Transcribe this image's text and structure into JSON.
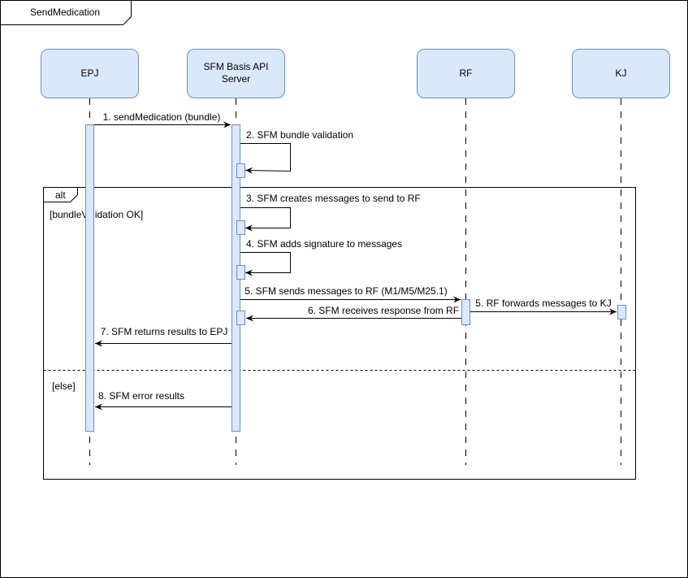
{
  "frame": {
    "title": "SendMedication"
  },
  "actors": [
    {
      "id": "epj",
      "label": [
        "EPJ"
      ]
    },
    {
      "id": "sfm",
      "label": [
        "SFM Basis API",
        "Server"
      ]
    },
    {
      "id": "rf",
      "label": [
        "RF"
      ]
    },
    {
      "id": "kj",
      "label": [
        "KJ"
      ]
    }
  ],
  "fragment": {
    "operator": "alt",
    "guard_main": "[bundleValidation OK]",
    "guard_else": "[else]"
  },
  "messages": [
    {
      "id": "m1",
      "label": "1. sendMedication (bundle)"
    },
    {
      "id": "m2",
      "label": "2. SFM bundle validation"
    },
    {
      "id": "m3",
      "label": "3. SFM creates messages to send to RF"
    },
    {
      "id": "m4",
      "label": "4. SFM adds signature to messages"
    },
    {
      "id": "m5",
      "label": "5. SFM sends messages to RF (M1/M5/M25.1)"
    },
    {
      "id": "m5b",
      "label": "5. RF forwards messages to KJ"
    },
    {
      "id": "m6",
      "label": "6. SFM receives response from RF"
    },
    {
      "id": "m7",
      "label": "7. SFM returns results to EPJ"
    },
    {
      "id": "m8",
      "label": "8. SFM error results"
    }
  ],
  "colors": {
    "actor_fill": "#dae8fc",
    "actor_stroke": "#6c8ebf",
    "line": "#000000"
  }
}
